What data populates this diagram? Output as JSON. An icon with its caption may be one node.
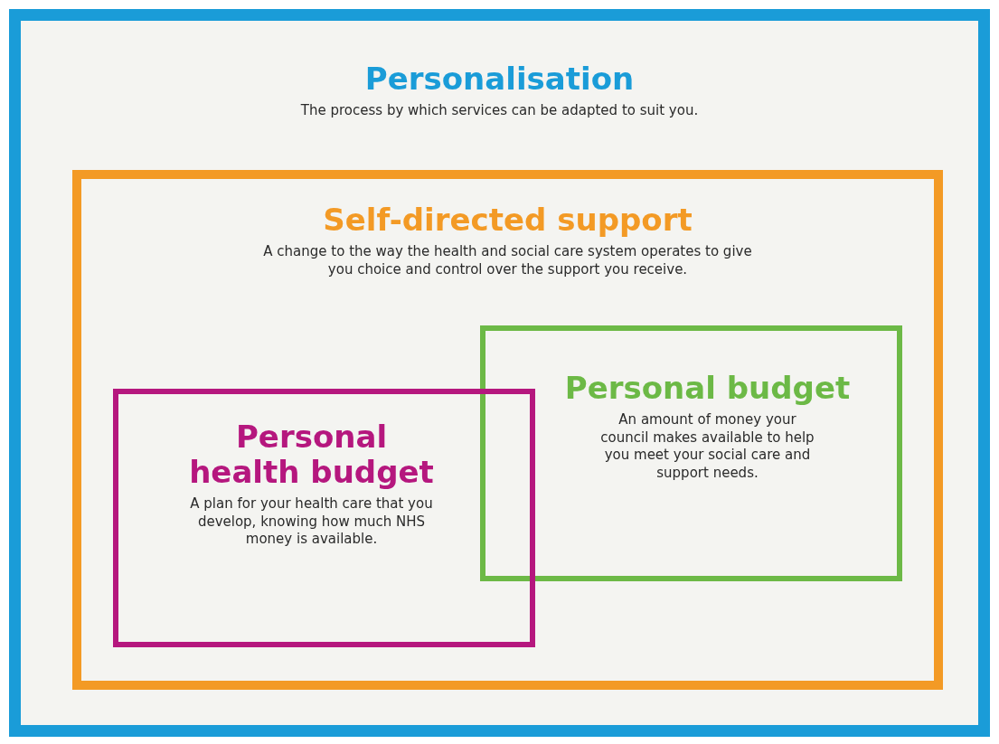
{
  "diagram": {
    "nodes": [
      {
        "text": [
          "Personalisation",
          "The process by which services can be adapted to suit you."
        ]
      },
      {
        "text": [
          "Self-directed support",
          "A change to the way the health and social care system operates to give you choice and control over the support you receive."
        ],
        "in": 0
      },
      {
        "text": [
          "Personal budget",
          "An amount of money your council makes available to help you meet your social care and support needs."
        ],
        "in": 1
      },
      {
        "text": [
          "Personal health budget",
          "A plan for your health care that you develop, knowing how much NHS money is available."
        ],
        "in": 1
      }
    ],
    "edges": []
  }
}
